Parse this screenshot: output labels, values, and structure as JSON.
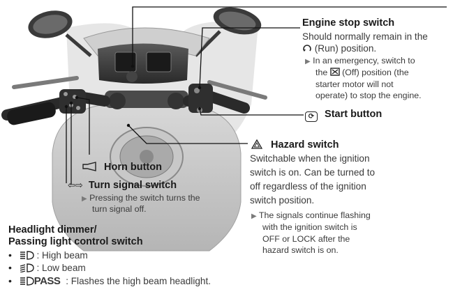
{
  "engine_stop": {
    "title": "Engine stop switch",
    "line1": "Should normally remain in the",
    "line2": "(Run) position.",
    "note1": "In an emergency, switch to",
    "note2": "the",
    "note2b": "(Off) position (the",
    "note3": "starter motor will not",
    "note4": "operate) to stop the engine."
  },
  "start": {
    "title": "Start button"
  },
  "hazard": {
    "title": "Hazard switch",
    "line1": "Switchable when the ignition",
    "line2": "switch is on. Can be turned to",
    "line3": "off regardless of the ignition",
    "line4": "switch position.",
    "note1": "The signals continue flashing",
    "note2": "with the ignition switch is",
    "note3": "OFF or LOCK after the",
    "note4": "hazard switch is on."
  },
  "horn": {
    "title": "Horn button"
  },
  "turn": {
    "title": "Turn signal switch",
    "note1": "Pressing the switch turns the",
    "note2": "turn signal off."
  },
  "headlight": {
    "title1": "Headlight dimmer/",
    "title2": "Passing light control switch",
    "items": [
      {
        "label": ": High beam"
      },
      {
        "label": ": Low beam"
      },
      {
        "icon_text": "PASS",
        "label": ": Flashes the high beam headlight."
      }
    ]
  },
  "colors": {
    "illustration": "#9a9a9a",
    "text": "#222222"
  },
  "icons": [
    "run-icon",
    "off-icon",
    "start-icon",
    "hazard-icon",
    "horn-icon",
    "turn-signal-icon",
    "high-beam-icon",
    "low-beam-icon",
    "pass-icon",
    "note-arrow-icon"
  ]
}
